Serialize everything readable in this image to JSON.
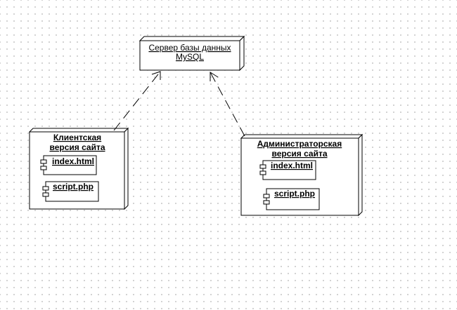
{
  "nodes": {
    "db_server": {
      "title_line1": "Сервер базы данных",
      "title_line2": "MySQL"
    },
    "client_site": {
      "title_line1": "Клиентская",
      "title_line2": "версия сайта",
      "components": [
        "index.html",
        "script.php"
      ]
    },
    "admin_site": {
      "title_line1": "Администраторская",
      "title_line2": "версия сайта",
      "components": [
        "index.html",
        "script.php"
      ]
    }
  },
  "colors": {
    "line": "#000000",
    "node_fill": "#ffffff",
    "grid_dot": "#c4c4c4"
  }
}
